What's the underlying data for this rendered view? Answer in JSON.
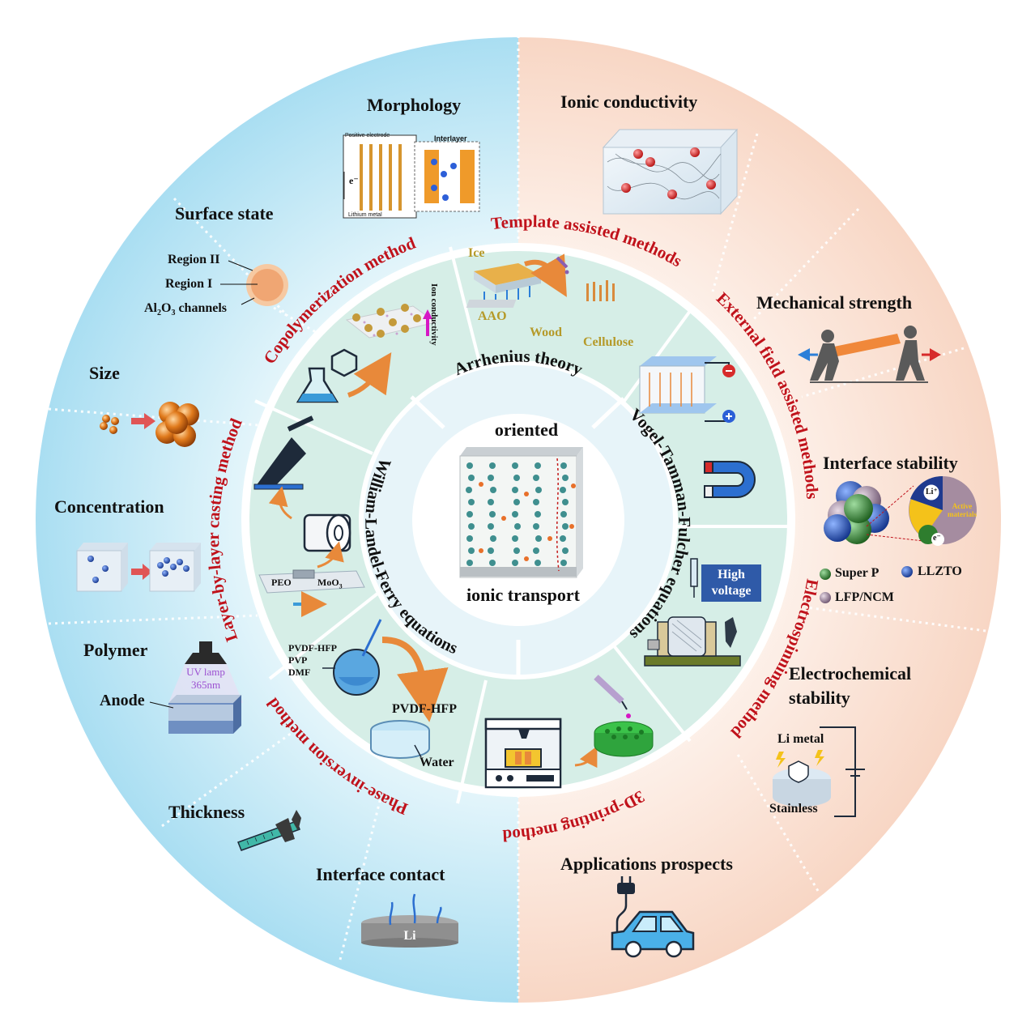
{
  "center": {
    "top": "oriented",
    "bottom": "ionic transport"
  },
  "theories": {
    "arrhenius": "Arrhenius theory",
    "vtf": "Vogel-Tamman-Fulcher equations",
    "wlf": "William-Landel-Ferry equations"
  },
  "methods": {
    "template": "Template assisted methods",
    "external": "External field assisted methods",
    "electrospinning": "Electrospinning method",
    "printing": "3D-printing method",
    "phase": "Phase-inversion method",
    "layer": "Layer-by-layer casting method",
    "copoly": "Copolymerization method"
  },
  "method_details": {
    "ice": "Ice",
    "aao": "AAO",
    "wood": "Wood",
    "cellulose": "Cellulose",
    "ion_conductivity": "Ion conductivity",
    "high_voltage_line1": "High",
    "high_voltage_line2": "voltage",
    "pvdf_hfp": "PVDF-HFP",
    "pvp": "PVP",
    "dmf": "DMF",
    "pvdf_hfp2": "PVDF-HFP",
    "water": "Water",
    "peo": "PEO",
    "moo3": "MoO",
    "moo3_sub": "3"
  },
  "factors": {
    "morphology": "Morphology",
    "ionic_conductivity": "Ionic conductivity",
    "surface_state": "Surface state",
    "mechanical_strength": "Mechanical strength",
    "size": "Size",
    "interface_stability": "Interface  stability",
    "concentration": "Concentration",
    "polymer": "Polymer",
    "anode": "Anode",
    "electrochemical_stability_1": "Electrochemical",
    "electrochemical_stability_2": "stability",
    "thickness": "Thickness",
    "interface_contact": "Interface contact",
    "applications": "Applications prospects"
  },
  "factor_details": {
    "region2": "Region II",
    "region1": "Region I",
    "al2o3_a": "Al",
    "al2o3_sub": "2",
    "al2o3_b": "O",
    "al2o3_sub2": "3",
    "al2o3_c": " channels",
    "positive_electrode": "Positive electrode",
    "lithium_metal_small": "Lithium metal",
    "interlayer": "Interlayer",
    "electron": "e⁻",
    "uv_lamp": "UV lamp",
    "uv_nm": "365nm",
    "li_disk": "Li",
    "li_metal": "Li metal",
    "stainless": "Stainless",
    "li_plus": "Li⁺",
    "active_materials": "Active materials",
    "e_minus": "e⁻"
  },
  "legend": [
    {
      "label": "Super P",
      "color": "#3a8a3a"
    },
    {
      "label": "LLZTO",
      "color": "#1f4aa0"
    },
    {
      "label": "LFP/NCM",
      "color": "#a58ca0"
    }
  ],
  "colors": {
    "left_bg": "#bfe6f5",
    "right_bg": "#fbe3d6",
    "ring_teal": "#d7efe8",
    "method_red": "#c0121b",
    "arrow_orange": "#e8893a"
  }
}
